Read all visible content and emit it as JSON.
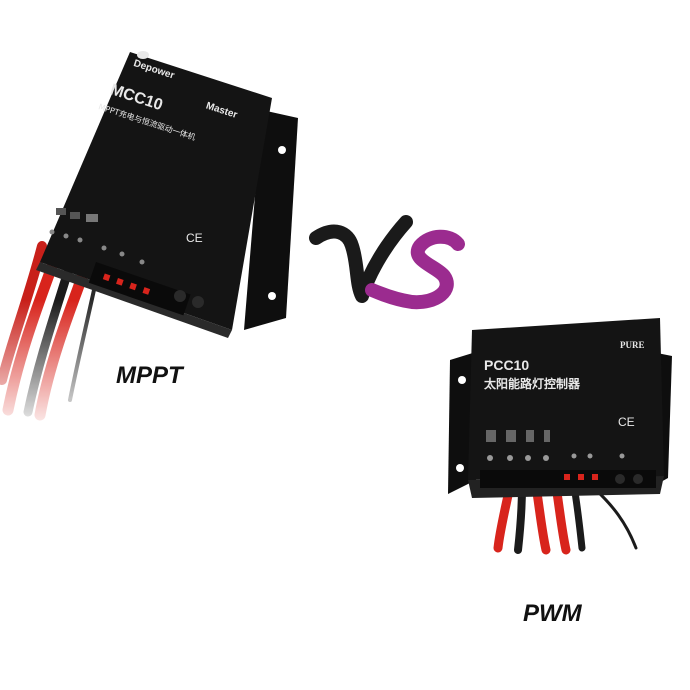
{
  "colors": {
    "body": "#141414",
    "body_edge": "#2a2a2a",
    "wire_red": "#d8241c",
    "wire_black": "#1b1b1b",
    "vs_black": "#1a1a1a",
    "vs_purple": "#9b2b8f",
    "label_white": "#e8e8e8"
  },
  "mppt_device": {
    "brand": "Depower",
    "model": "MCC10",
    "edition": "Master",
    "subtitle": "MPPT充电与恒流驱动一体机",
    "ce_mark": "CE"
  },
  "pwm_device": {
    "brand": "PURE",
    "model": "PCC10",
    "subtitle": "太阳能路灯控制器",
    "ce_mark": "CE"
  },
  "vs_graphic": "VS",
  "captions": {
    "mppt": "MPPT",
    "pwm": "PWM"
  }
}
